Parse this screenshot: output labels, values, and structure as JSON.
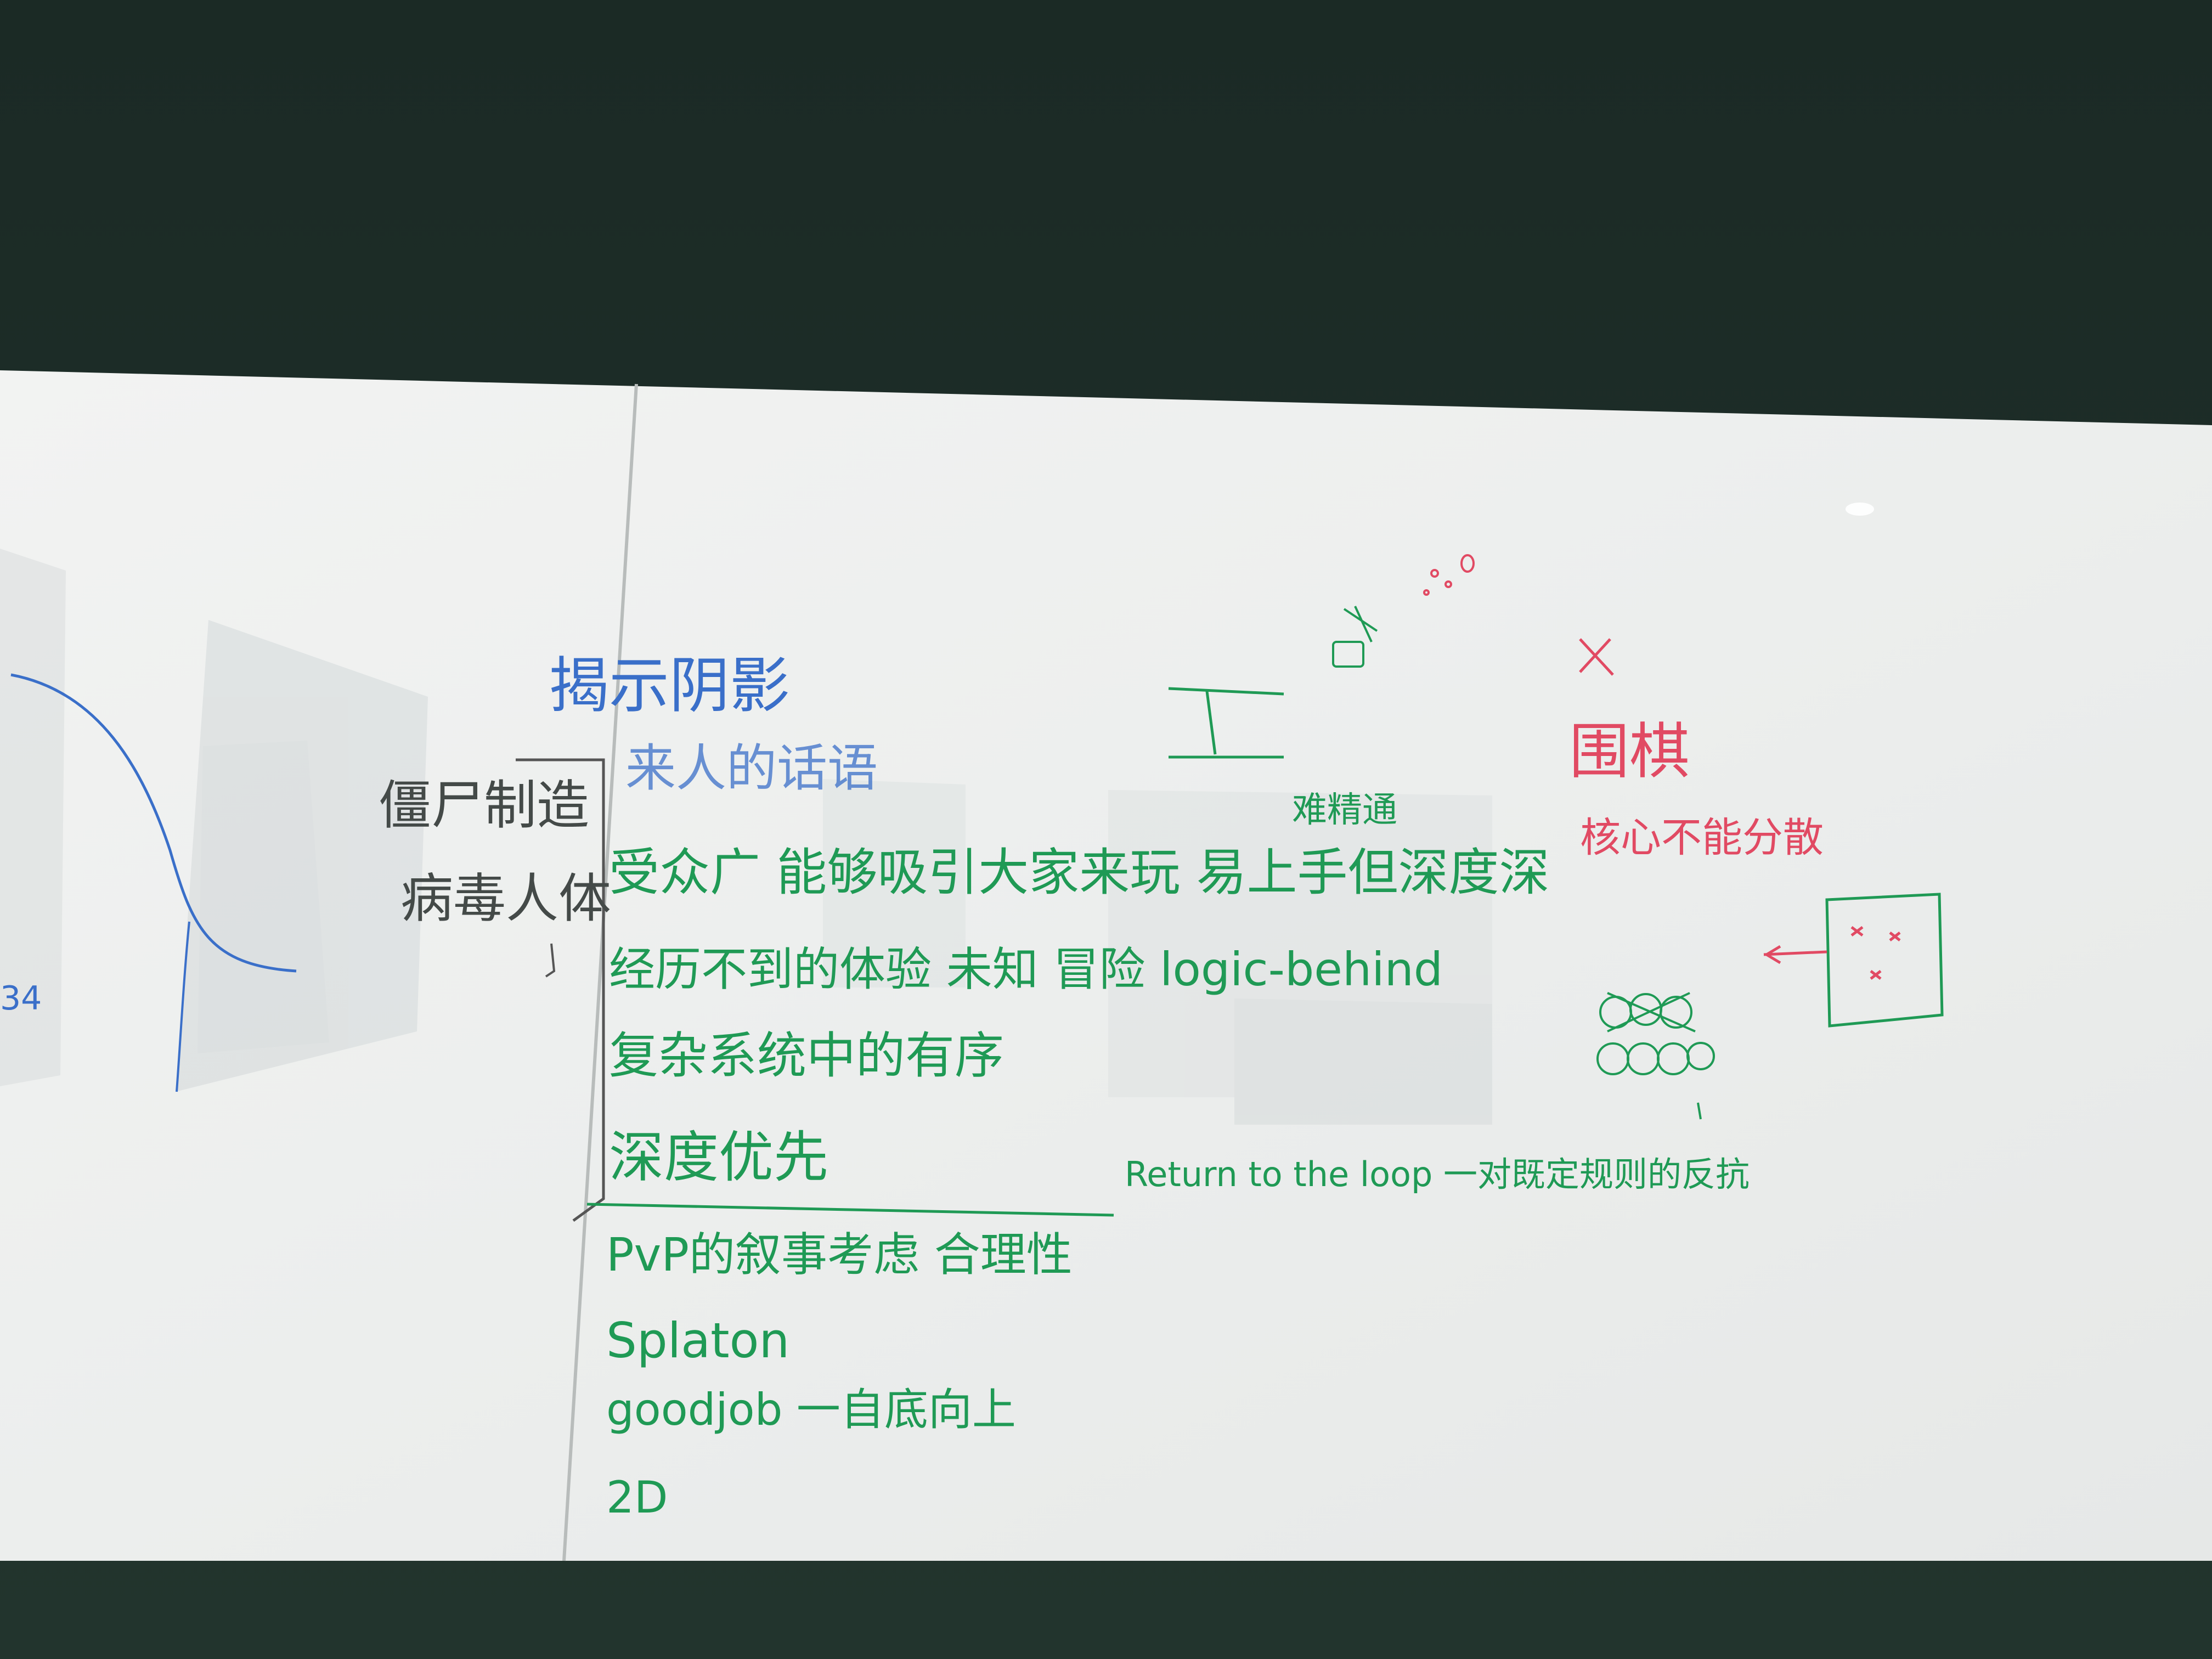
{
  "colors": {
    "wall": "#1f302a",
    "board": "#eef0ef",
    "green_marker": "#1f9a55",
    "blue_marker": "#3a6fc9",
    "red_marker": "#e14a63",
    "black_marker": "#444a48"
  },
  "board": {
    "blue": {
      "title": "揭示阴影",
      "subtitle": "来人的话语",
      "margin_mark": "34"
    },
    "black_box": {
      "line1": "僵尸制造",
      "line2": "病毒人体"
    },
    "green_list": [
      "受众广 能够吸引大家来玩 易上手但深度深",
      "经历不到的体验 未知 冒险 logic-behind",
      "复杂系统中的有序",
      "深度优先"
    ],
    "return_note": "Return to the loop 一对既定规则的反抗",
    "bottom_list": [
      "PvP的叙事考虑 合理性",
      "Splaton",
      "goodjob 一自底向上",
      "2D"
    ],
    "middle": {
      "difficulty_note": "难精通"
    },
    "red": {
      "title": "围棋",
      "note": "核心不能分散"
    },
    "icons": [
      "hourglass-sketch",
      "face-doodle",
      "cross-mark",
      "dot-marks",
      "target-box-sketch",
      "circle-group-sketch"
    ]
  }
}
